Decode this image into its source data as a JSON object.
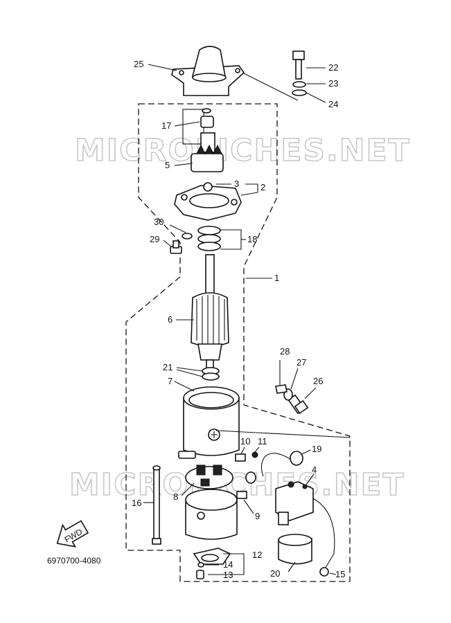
{
  "watermark": {
    "text": "MICROFICHES.NET",
    "color": "#c8c8c8"
  },
  "diagram_code": "6970700-4080",
  "fwd_label": "FWD",
  "callouts": {
    "c1": "1",
    "c2": "2",
    "c3": "3",
    "c4": "4",
    "c5": "5",
    "c6": "6",
    "c7": "7",
    "c8": "8",
    "c9": "9",
    "c10": "10",
    "c11": "11",
    "c12": "12",
    "c13": "13",
    "c14": "14",
    "c15": "15",
    "c16": "16",
    "c17": "17",
    "c18": "18",
    "c19": "19",
    "c20": "20",
    "c21": "21",
    "c22": "22",
    "c23": "23",
    "c24": "24",
    "c25": "25",
    "c26": "26",
    "c27": "27",
    "c28": "28",
    "c29": "29",
    "c30": "30"
  }
}
